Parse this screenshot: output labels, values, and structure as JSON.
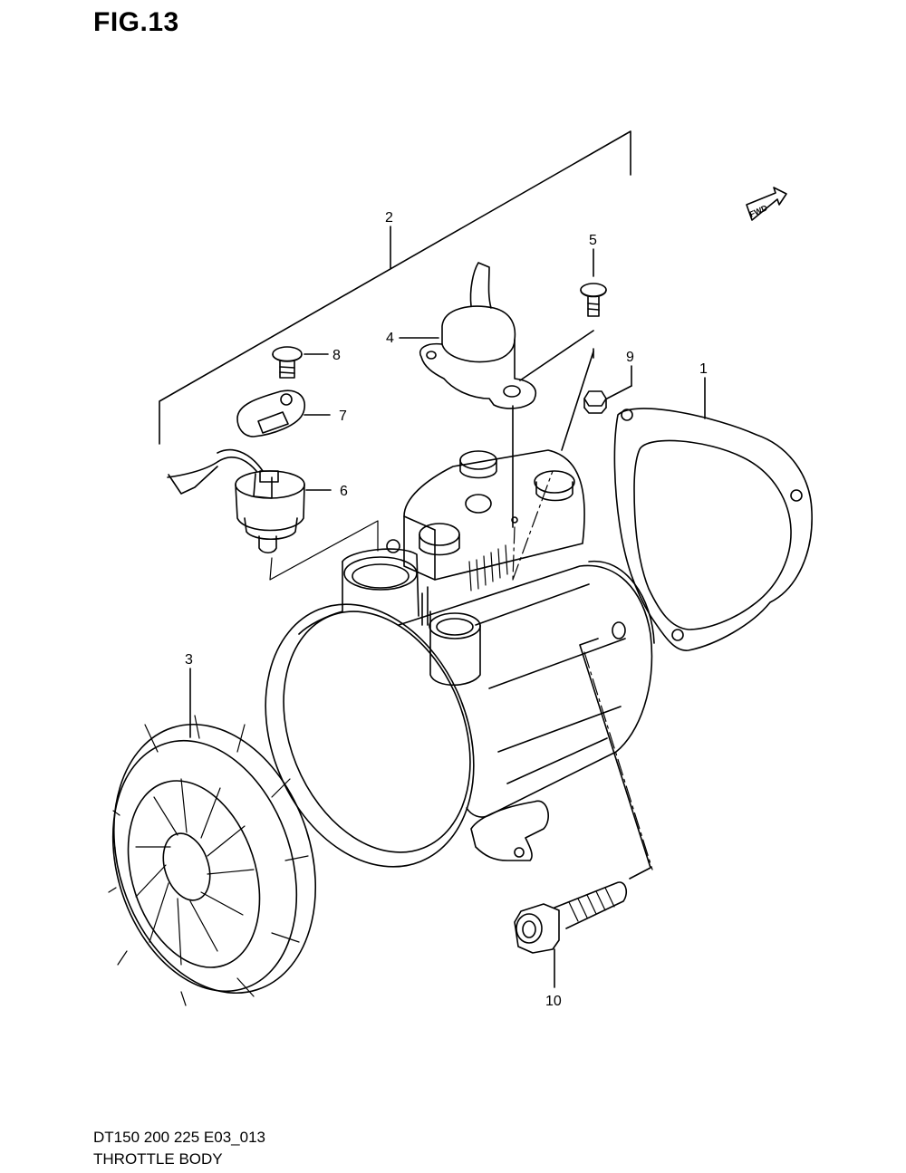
{
  "figure": {
    "title": "FIG.13",
    "fwd_label": "FWD",
    "callouts": [
      {
        "id": "1",
        "label": "1"
      },
      {
        "id": "2",
        "label": "2"
      },
      {
        "id": "3",
        "label": "3"
      },
      {
        "id": "4",
        "label": "4"
      },
      {
        "id": "5",
        "label": "5"
      },
      {
        "id": "6",
        "label": "6"
      },
      {
        "id": "7",
        "label": "7"
      },
      {
        "id": "8",
        "label": "8"
      },
      {
        "id": "9",
        "label": "9"
      },
      {
        "id": "10",
        "label": "10"
      }
    ]
  },
  "footer": {
    "code": "DT150 200 225 E03_013",
    "name": "THROTTLE BODY"
  }
}
